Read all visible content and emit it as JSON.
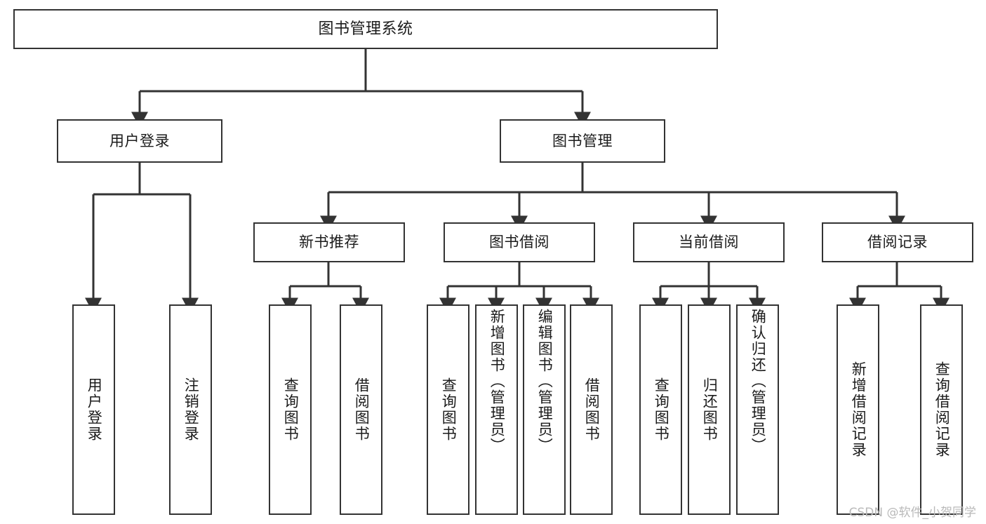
{
  "diagram": {
    "type": "tree-hierarchy",
    "title": "图书管理系统",
    "root": {
      "label": "图书管理系统"
    },
    "level2": [
      {
        "label": "用户登录"
      },
      {
        "label": "图书管理"
      }
    ],
    "level3": [
      {
        "label": "新书推荐"
      },
      {
        "label": "图书借阅"
      },
      {
        "label": "当前借阅"
      },
      {
        "label": "借阅记录"
      }
    ],
    "leaves": {
      "user_login": [
        {
          "label": "用户登录"
        },
        {
          "label": "注销登录"
        }
      ],
      "new_book_recommend": [
        {
          "label": "查询图书"
        },
        {
          "label": "借阅图书"
        }
      ],
      "book_borrow": [
        {
          "label": "查询图书"
        },
        {
          "label": "新增图书（管理员）"
        },
        {
          "label": "编辑图书（管理员）"
        },
        {
          "label": "借阅图书"
        }
      ],
      "current_borrow": [
        {
          "label": "查询图书"
        },
        {
          "label": "归还图书"
        },
        {
          "label": "确认归还（管理员）"
        }
      ],
      "borrow_record": [
        {
          "label": "新增借阅记录"
        },
        {
          "label": "查询借阅记录"
        }
      ]
    }
  },
  "watermark": {
    "text": "CSDN @软件_小贺同学"
  },
  "colors": {
    "border": "#333333",
    "background": "#ffffff",
    "text": "#1b1b1b",
    "connector": "#333333",
    "watermark": "#b9b9b9"
  }
}
